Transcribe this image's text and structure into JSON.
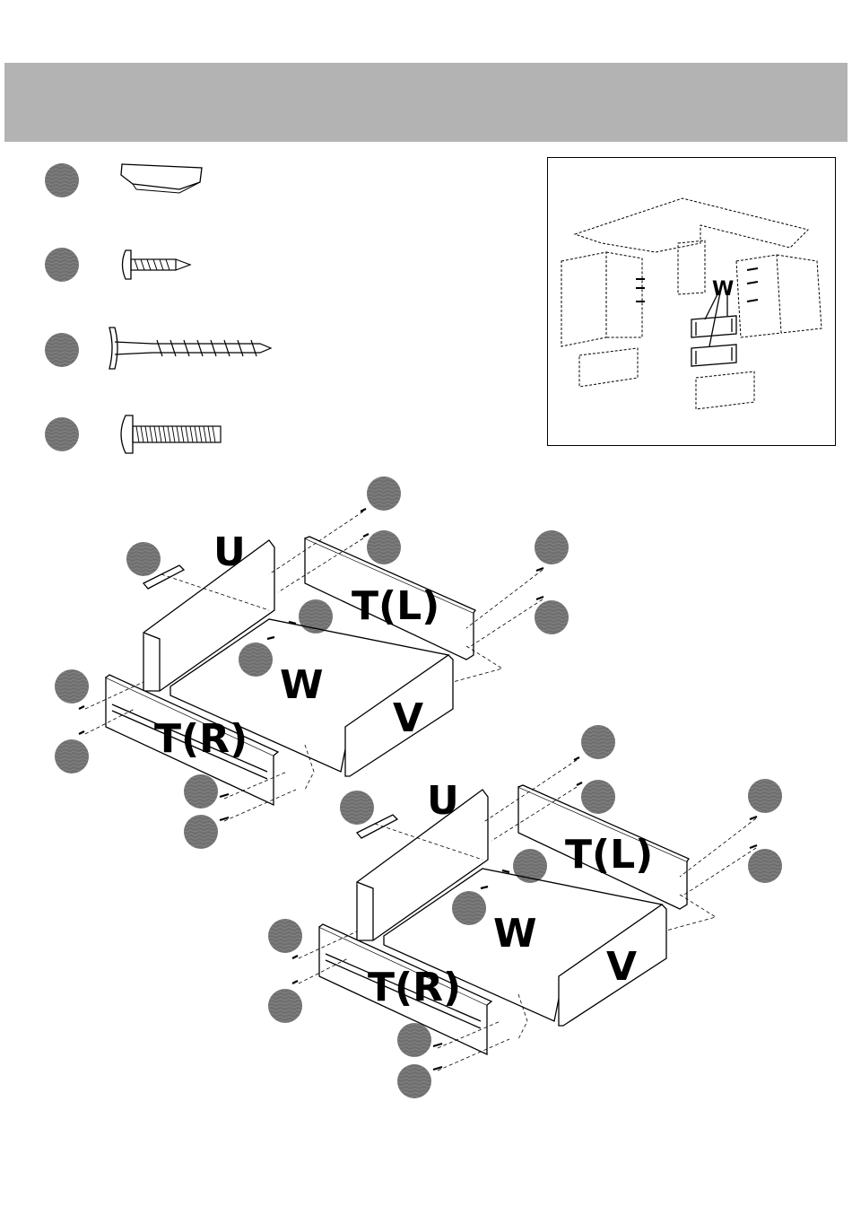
{
  "header": {
    "band_color": "#b3b3b3"
  },
  "parts": [
    {
      "icon": "corner-block-icon"
    },
    {
      "icon": "short-screw-icon"
    },
    {
      "icon": "long-screw-icon"
    },
    {
      "icon": "machine-bolt-icon"
    }
  ],
  "inset": {
    "label": "W",
    "icon": "desk-exploded-overview-icon"
  },
  "drawer_1": {
    "back": "U",
    "side_left": "T(L)",
    "bottom": "W",
    "side_right": "T(R)",
    "front": "V"
  },
  "drawer_2": {
    "back": "U",
    "side_left": "T(L)",
    "bottom": "W",
    "side_right": "T(R)",
    "front": "V"
  },
  "colors": {
    "badge": "#6f6f6f",
    "ink": "#000000"
  }
}
